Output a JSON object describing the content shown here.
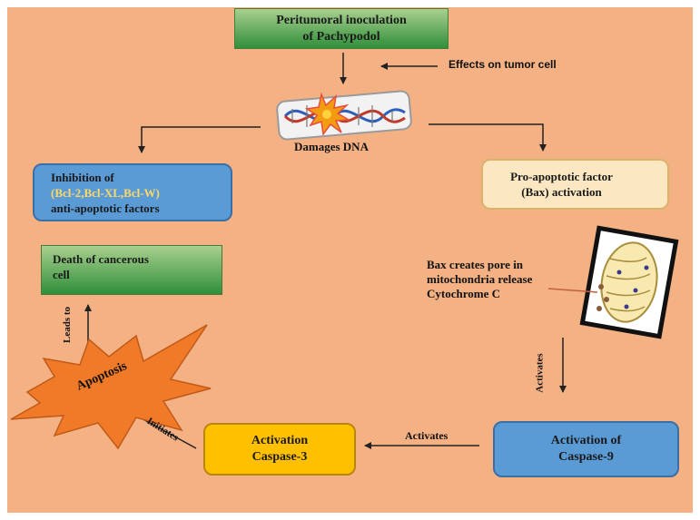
{
  "diagram": {
    "top_box": [
      "Peritumoral inoculation",
      "of Pachypodol"
    ],
    "effects_label": "Effects on tumor cell",
    "dna_label": "Damages DNA",
    "inhibition_box": {
      "line1": "Inhibition of",
      "highlight": "(Bcl-2,Bcl-XL,Bcl-W)",
      "line3": "anti-apoptotic factors"
    },
    "bax_box": [
      "Pro-apoptotic factor",
      "(Bax) activation"
    ],
    "death_box": [
      "Death of cancerous",
      "cell"
    ],
    "pore_text": [
      "Bax creates pore in",
      "mitochondria release",
      "Cytochrome C"
    ],
    "activates_vertical": "Activates",
    "caspase9_box": [
      "Activation of",
      "Caspase-9"
    ],
    "activates_horizontal": "Activates",
    "caspase3_box": [
      "Activation",
      "Caspase-3"
    ],
    "initiates_label": "Initiates",
    "apoptosis_label": "Apoptosis",
    "leads_to_label": "Leads to",
    "colors": {
      "background": "#f4b183",
      "green_box": "#5aa447",
      "blue_box": "#5b9bd5",
      "cream_box": "#fbe8c2",
      "gold_box": "#ffc000",
      "starburst": "#f07a28",
      "highlight_text": "#ffd966"
    }
  }
}
